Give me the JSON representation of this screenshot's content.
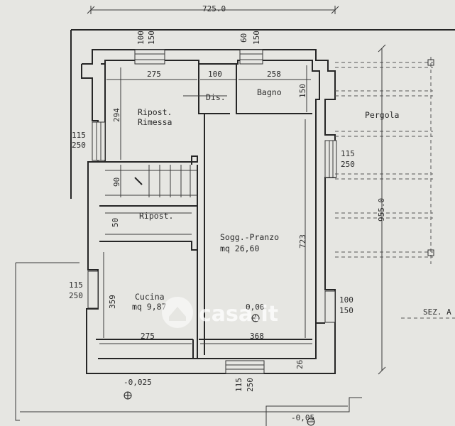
{
  "dimensions": {
    "top_width": "725.0",
    "right_height": "955.0",
    "win_top_left_a": "100",
    "win_top_left_b": "150",
    "win_top_right_a": "60",
    "win_top_right_b": "150",
    "ripost_width": "275",
    "dis_width": "100",
    "bagno_width": "258",
    "bagno_depth": "150",
    "ripost_depth": "294",
    "left_win_a": "115",
    "left_win_b": "250",
    "right_win_a": "115",
    "right_win_b": "250",
    "stair_h1": "90",
    "stair_h2": "50",
    "soggiorno_depth": "723",
    "left_low_a": "115",
    "left_low_b": "250",
    "cucina_depth": "359",
    "right_low_a": "100",
    "right_low_b": "150",
    "cucina_width": "275",
    "soggiorno_width": "368",
    "wall_thick": "26",
    "bottom_win_a": "115",
    "bottom_win_b": "250"
  },
  "rooms": {
    "ripost_line1": "Ripost.",
    "ripost_line2": "Rimessa",
    "dis": "Dis.",
    "bagno": "Bagno",
    "pergola": "Pergola",
    "ripost2": "Ripost.",
    "sogg_line1": "Sogg.-Pranzo",
    "sogg_line2": "mq 26,60",
    "cucina_line1": "Cucina",
    "cucina_line2": "mq 9,87"
  },
  "levels": {
    "interior": "0,00",
    "exterior_left": "-0,025",
    "exterior_bottom": "-0,05"
  },
  "section_label": "SEZ. A",
  "watermark": "casa.it"
}
